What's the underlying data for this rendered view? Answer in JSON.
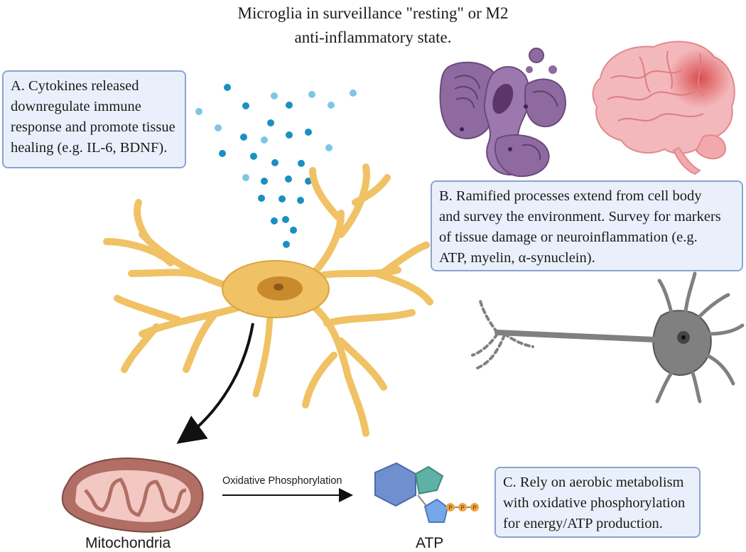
{
  "title": {
    "line1": "Microglia in surveillance \"resting\" or M2",
    "line2": "anti-inflammatory state."
  },
  "notes": {
    "a": {
      "lines": [
        "A. Cytokines released",
        "downregulate immune",
        "response and promote tissue",
        "healing (e.g. IL-6, BDNF)."
      ]
    },
    "b": {
      "lines": [
        "B. Ramified processes extend from cell body",
        "and survey the environment. Survey for markers",
        "of tissue damage or neuroinflammation (e.g.",
        "ATP, myelin, α-synuclein)."
      ]
    },
    "c": {
      "lines": [
        "C. Rely on aerobic metabolism",
        "with oxidative phosphorylation",
        "for energy/ATP production."
      ]
    }
  },
  "labels": {
    "mitochondria": "Mitochondria",
    "atp": "ATP",
    "oxphos": "Oxidative Phosphorylation",
    "phosphate": "P"
  },
  "colors": {
    "microglia": "#f0c265",
    "microglia_outline": "#d9a440",
    "nucleus": "#c98a2e",
    "cytokine_dark": "#1a8fc2",
    "cytokine_light": "#7cc6e6",
    "cell_purple": "#8e6aa0",
    "brain": "#f3b8bb",
    "neuron": "#808080",
    "mitochondria": "#b06e64",
    "note_fill": "#eaf0fb",
    "note_border": "#8aa3cf"
  }
}
